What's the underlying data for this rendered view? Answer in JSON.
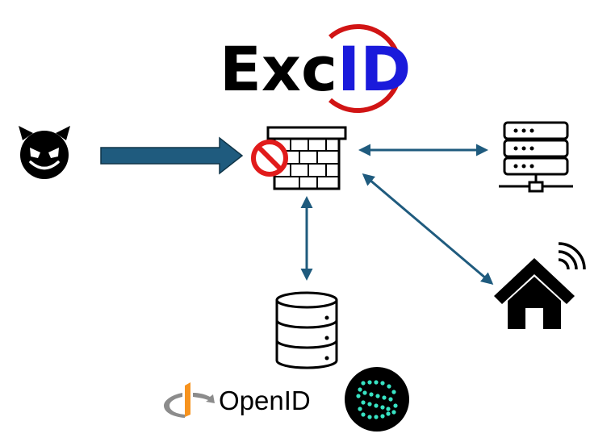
{
  "logo": {
    "prefix": "Exc",
    "suffix": "ID",
    "prefix_color": "#000000",
    "suffix_color": "#1a1adb",
    "ring_color": "#d11414"
  },
  "nodes": {
    "attacker": {
      "icon": "devil-face-icon"
    },
    "firewall": {
      "icon": "firewall-brick-wall-icon",
      "badge": "prohibited-icon"
    },
    "server": {
      "icon": "server-rack-icon"
    },
    "smart_home": {
      "icon": "smart-home-wifi-icon"
    },
    "database": {
      "icon": "database-cylinder-icon"
    }
  },
  "connections": {
    "attack_arrow": {
      "from": "attacker",
      "to": "firewall",
      "blocked": true
    },
    "firewall_server": {
      "from": "firewall",
      "to": "server",
      "bidirectional": true
    },
    "firewall_home": {
      "from": "firewall",
      "to": "smart_home",
      "bidirectional": true
    },
    "firewall_database": {
      "from": "firewall",
      "to": "database",
      "bidirectional": true
    }
  },
  "openid": {
    "label": "OpenID",
    "icon": "openid-logo-icon"
  },
  "secondary_logo": {
    "icon": "dotted-circle-logo-icon"
  },
  "colors": {
    "arrow": "#1f5b7e",
    "prohibited": "#e11b1b",
    "icon_black": "#000000",
    "openid_orange": "#f7931e",
    "openid_gray": "#8c8c8c",
    "dot_teal": "#37e3c3"
  }
}
